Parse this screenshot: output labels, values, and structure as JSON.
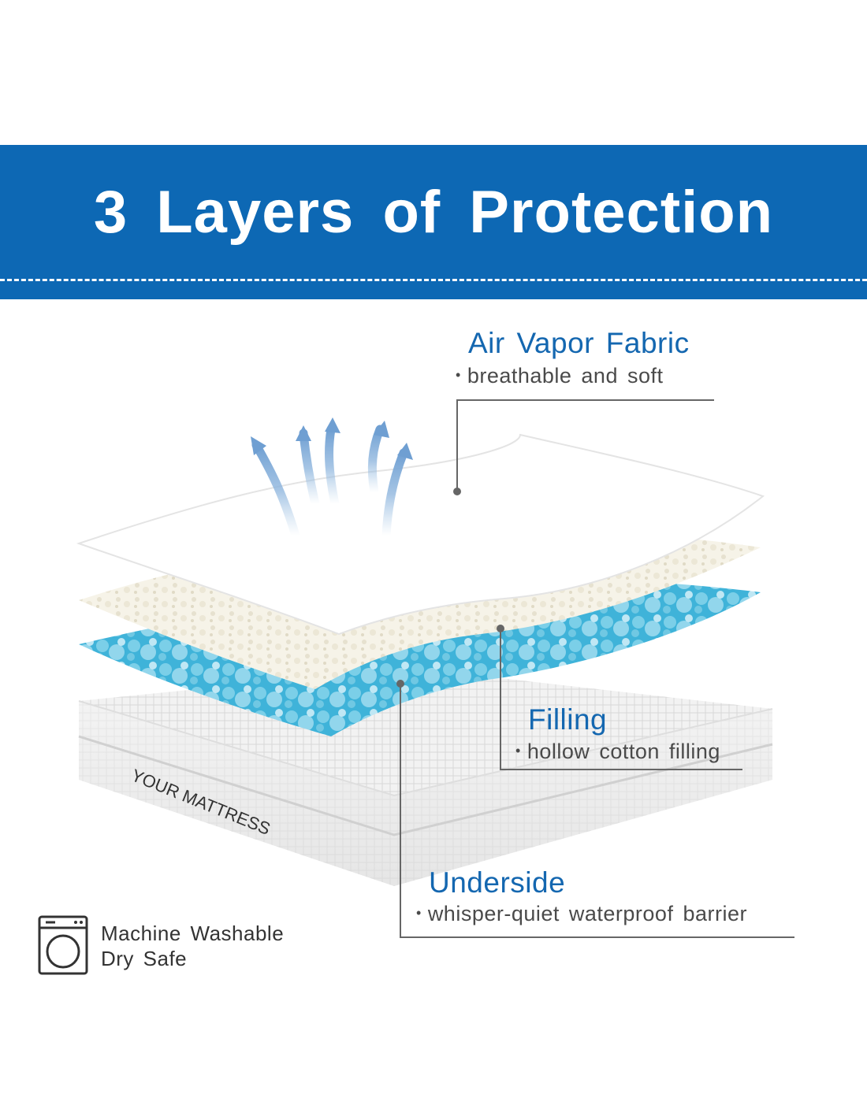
{
  "banner": {
    "title": "3 Layers of Protection",
    "color": "#0d68b4"
  },
  "mattress_label": "YOUR MATTRESS",
  "layers": [
    {
      "name": "Air Vapor Fabric",
      "description": "breathable and soft"
    },
    {
      "name": "Filling",
      "description": "hollow cotton filling"
    },
    {
      "name": "Underside",
      "description": "whisper-quiet waterproof barrier"
    }
  ],
  "care": {
    "icon": "washing-machine-icon",
    "lines": [
      "Machine Washable",
      "Dry Safe"
    ]
  },
  "colors": {
    "accent_title": "#1467b0",
    "sub_text": "#4a4a4a",
    "leader_line": "#666666"
  }
}
